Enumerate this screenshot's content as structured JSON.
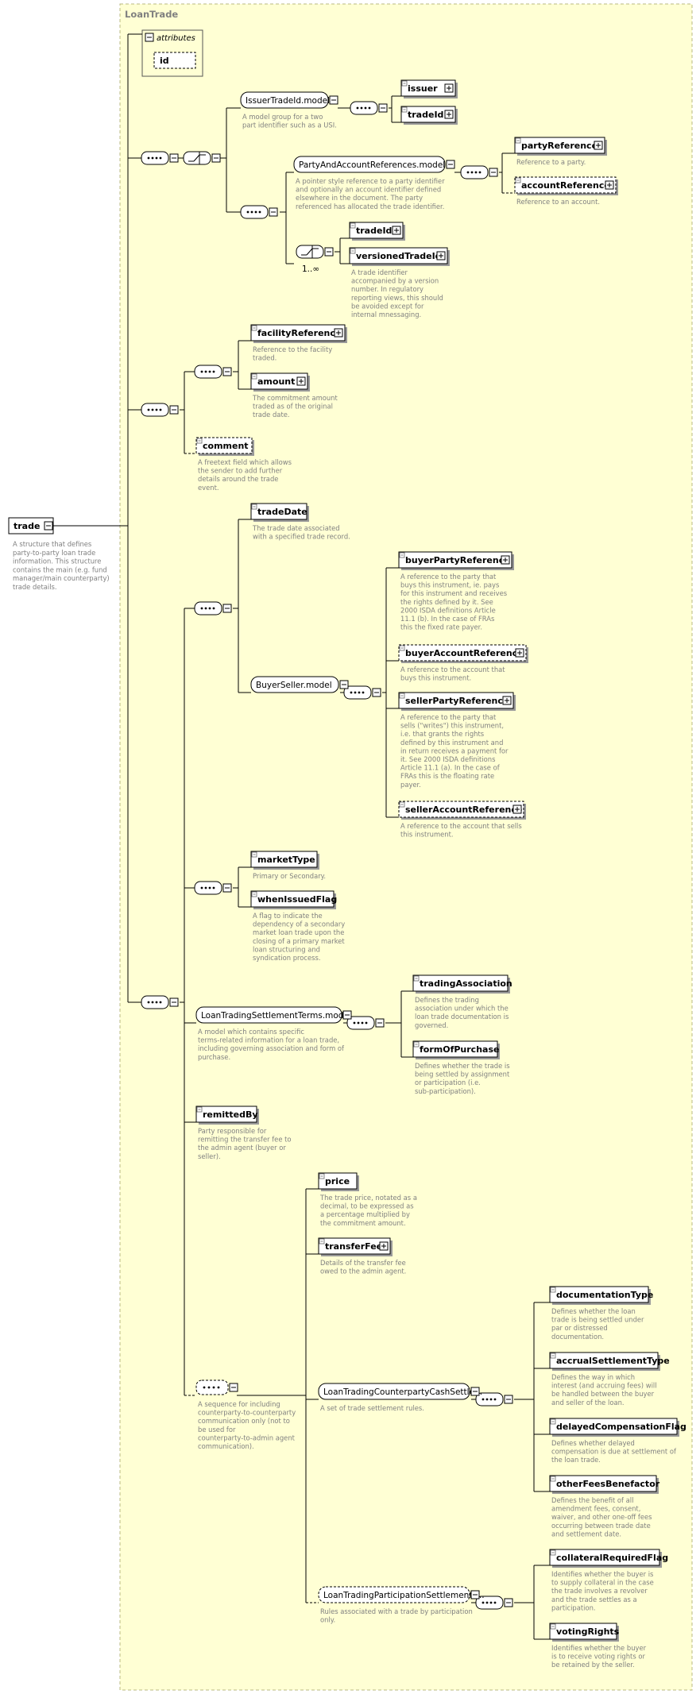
{
  "diagram": {
    "group_title": "LoanTrade",
    "root": {
      "label": "trade",
      "description": [
        "A structure that defines",
        "party-to-party loan trade",
        "information. This structure",
        "contains the main (e.g. fund",
        "manager/main counterparty)",
        "trade details."
      ]
    },
    "attributes": {
      "header": "attributes",
      "items": [
        "id"
      ]
    },
    "cardinalities": {
      "party_choice": "1..∞"
    },
    "elements": [
      {
        "label": "IssuerTradeId.model",
        "kind": "group",
        "description": [
          "A model group for a two",
          "part identifier such as a USI."
        ]
      },
      {
        "label": "issuer",
        "kind": "element-expand",
        "description": []
      },
      {
        "label": "tradeId",
        "kind": "element-expand",
        "description": []
      },
      {
        "label": "PartyAndAccountReferences.model",
        "kind": "group",
        "description": [
          "A pointer style reference to a party identifier",
          "and optionally an account identifier defined",
          "elsewhere in the document. The party",
          "referenced has allocated the trade identifier."
        ]
      },
      {
        "label": "partyReference",
        "kind": "element-expand",
        "description": [
          "Reference to a party."
        ]
      },
      {
        "label": "accountReference",
        "kind": "element-expand-optional",
        "description": [
          "Reference to an account."
        ]
      },
      {
        "label": "tradeId",
        "kind": "element-expand",
        "description": []
      },
      {
        "label": "versionedTradeId",
        "kind": "element-expand",
        "description": [
          "A trade identifier",
          "accompanied by a version",
          "number. In regulatory",
          "reporting views, this should",
          "be avoided except for",
          "internal mnessaging."
        ]
      },
      {
        "label": "facilityReference",
        "kind": "element-expand",
        "description": [
          "Reference to the facility",
          "traded."
        ]
      },
      {
        "label": "amount",
        "kind": "element-expand",
        "description": [
          "The commitment amount",
          "traded as of the original",
          "trade date."
        ]
      },
      {
        "label": "comment",
        "kind": "element-optional",
        "description": [
          "A freetext field which allows",
          "the sender to add further",
          "details around the trade",
          "event."
        ]
      },
      {
        "label": "tradeDate",
        "kind": "element",
        "description": [
          "The trade date associated",
          "with a specified trade record."
        ]
      },
      {
        "label": "BuyerSeller.model",
        "kind": "group",
        "description": []
      },
      {
        "label": "buyerPartyReference",
        "kind": "element-expand",
        "description": [
          "A reference to the party that",
          "buys this instrument, ie. pays",
          "for this instrument and receives",
          "the rights defined by it. See",
          "2000 ISDA definitions Article",
          "11.1 (b). In the case of FRAs",
          "this the fixed rate payer."
        ]
      },
      {
        "label": "buyerAccountReference",
        "kind": "element-expand-optional",
        "description": [
          "A reference to the account that",
          "buys this instrument."
        ]
      },
      {
        "label": "sellerPartyReference",
        "kind": "element-expand",
        "description": [
          "A reference to the party that",
          "sells (\"writes\") this instrument,",
          "i.e. that grants the rights",
          "defined by this instrument and",
          "in return receives a payment for",
          "it. See 2000 ISDA definitions",
          "Article 11.1 (a). In the case of",
          "FRAs this is the floating rate",
          "payer."
        ]
      },
      {
        "label": "sellerAccountReference",
        "kind": "element-expand-optional",
        "description": [
          "A reference to the account that sells",
          "this instrument."
        ]
      },
      {
        "label": "marketType",
        "kind": "element",
        "description": [
          "Primary or Secondary."
        ]
      },
      {
        "label": "whenIssuedFlag",
        "kind": "element",
        "description": [
          "A flag to indicate the",
          "dependency of a secondary",
          "market loan trade upon the",
          "closing of a primary market",
          "loan structuring and",
          "syndication process."
        ]
      },
      {
        "label": "LoanTradingSettlementTerms.model",
        "kind": "group",
        "description": [
          "A model which contains specific",
          "terms-related information for a loan trade,",
          "including governing association and form of",
          "purchase."
        ]
      },
      {
        "label": "tradingAssociation",
        "kind": "element",
        "description": [
          "Defines the trading",
          "association under which the",
          "loan trade documentation is",
          "governed."
        ]
      },
      {
        "label": "formOfPurchase",
        "kind": "element",
        "description": [
          "Defines whether the trade is",
          "being settled by assignment",
          "or participation (i.e.",
          "sub-participation)."
        ]
      },
      {
        "label": "remittedBy",
        "kind": "element",
        "description": [
          "Party responsible for",
          "remitting the transfer fee to",
          "the admin agent (buyer or",
          "seller)."
        ]
      },
      {
        "label": "",
        "kind": "sequence-optional",
        "description": [
          "A sequence for including",
          "counterparty-to-counterparty",
          "communication only (not to",
          "be used for",
          "counterparty-to-admin agent",
          "communication)."
        ]
      },
      {
        "label": "price",
        "kind": "element",
        "description": [
          "The trade price, notated as a",
          "decimal, to be expressed as",
          "a percentage multiplied by",
          "the commitment amount."
        ]
      },
      {
        "label": "transferFee",
        "kind": "element-expand",
        "description": [
          "Details of the transfer fee",
          "owed to the admin agent."
        ]
      },
      {
        "label": "LoanTradingCounterpartyCashSettle...",
        "kind": "group",
        "description": [
          "A set of trade settlement rules."
        ]
      },
      {
        "label": "documentationType",
        "kind": "element",
        "description": [
          "Defines whether the loan",
          "trade is being settled under",
          "par or distressed",
          "documentation."
        ]
      },
      {
        "label": "accrualSettlementType",
        "kind": "element",
        "description": [
          "Defines the way in which",
          "interest (and accruing fees) will",
          "be handled between the buyer",
          "and seller of the loan."
        ]
      },
      {
        "label": "delayedCompensationFlag",
        "kind": "element",
        "description": [
          "Defines whether delayed",
          "compensation is due at settlement of",
          "the loan trade."
        ]
      },
      {
        "label": "otherFeesBenefactor",
        "kind": "element",
        "description": [
          "Defines the benefit of all",
          "amendment fees, consent,",
          "waiver, and other one-off fees",
          "occurring between trade date",
          "and settlement date."
        ]
      },
      {
        "label": "LoanTradingParticipationSettlementT...",
        "kind": "group-optional",
        "description": [
          "Rules associated with a trade by participation",
          "only."
        ]
      },
      {
        "label": "collateralRequiredFlag",
        "kind": "element",
        "description": [
          "Identifies whether the buyer is",
          "to supply collateral in the case",
          "the trade involves a revolver",
          "and the trade settles as a",
          "participation."
        ]
      },
      {
        "label": "votingRights",
        "kind": "element",
        "description": [
          "Identifies whether the buyer",
          "is to receive voting rights or",
          "be retained by the seller."
        ]
      }
    ]
  }
}
